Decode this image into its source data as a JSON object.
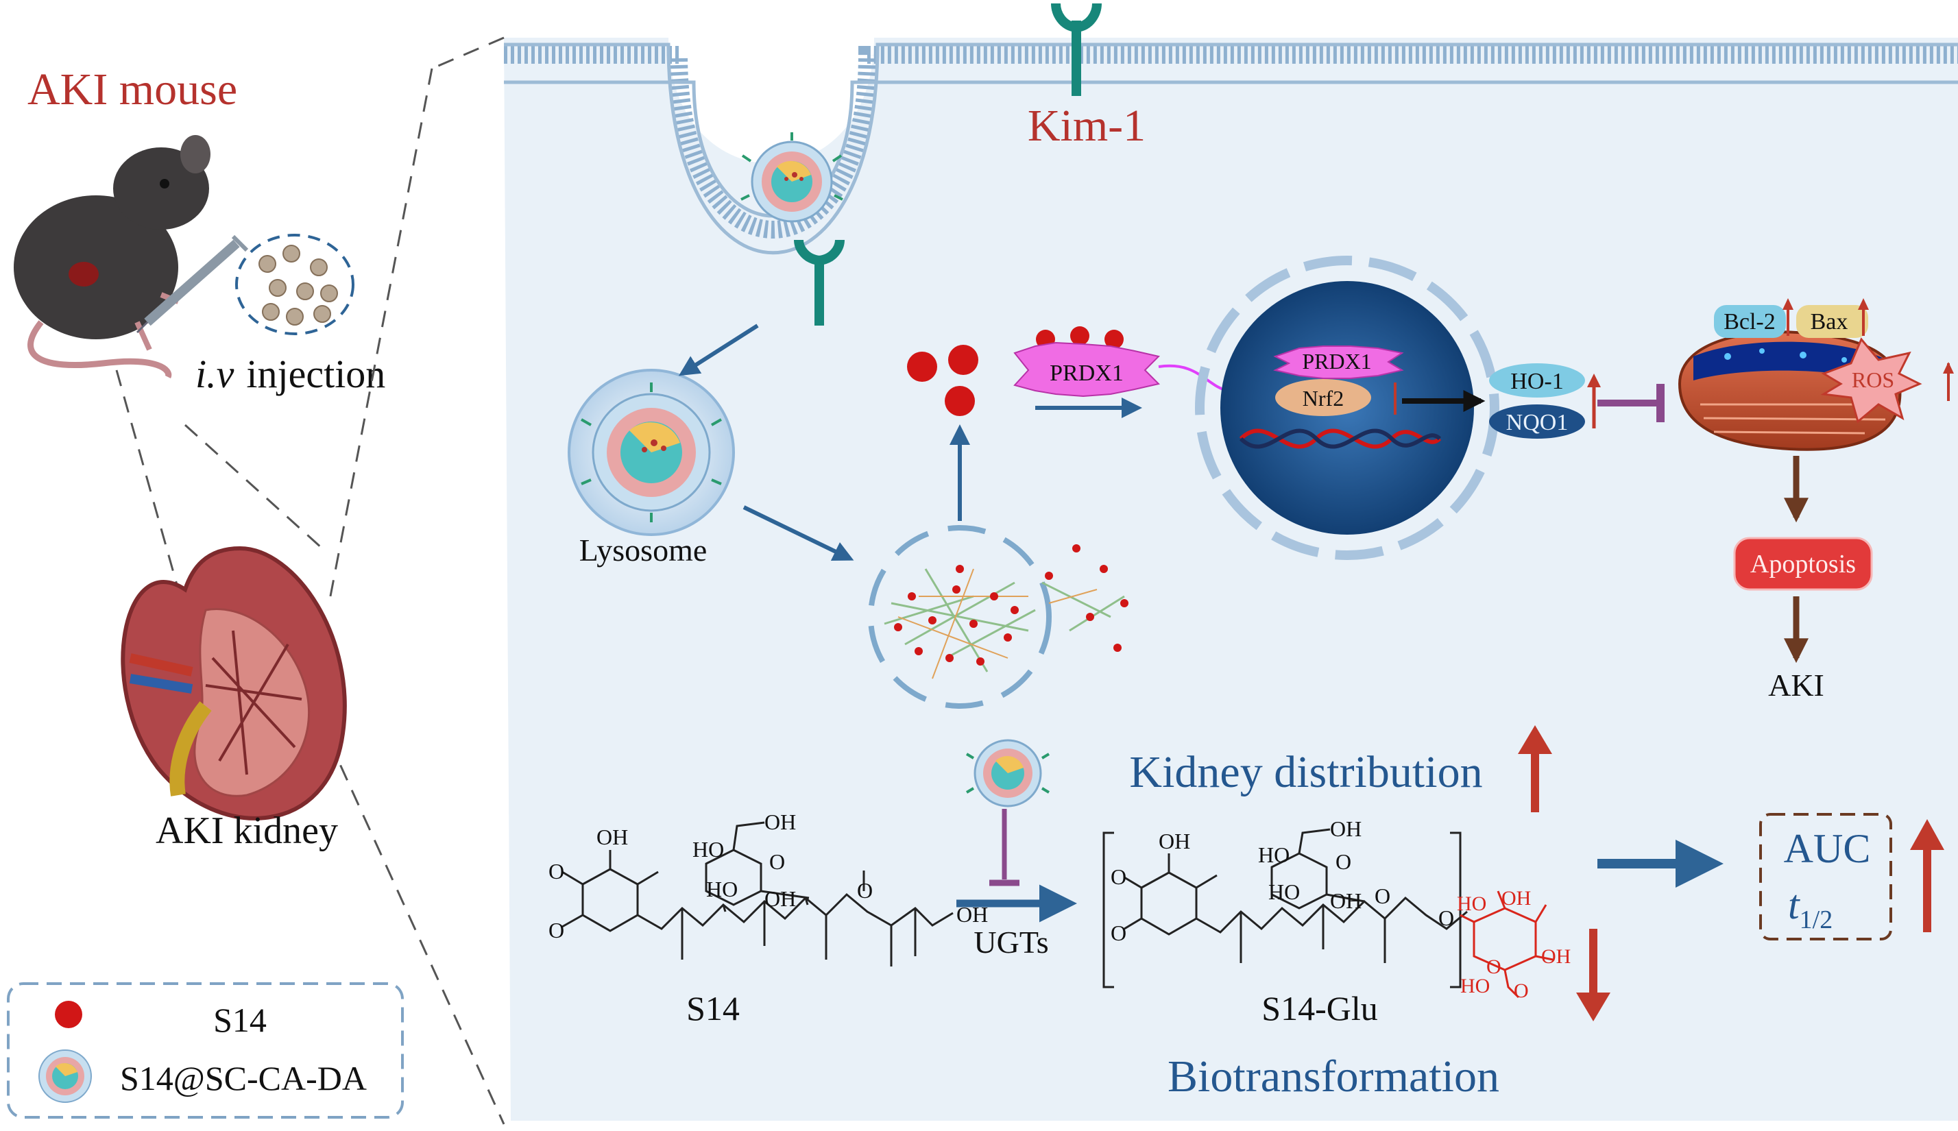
{
  "left_panel": {
    "title": "AKI mouse",
    "injection_route": "i.v",
    "injection_word": "injection",
    "kidney_label": "AKI kidney"
  },
  "legend": {
    "items": [
      {
        "label": "S14",
        "icon": "red-dot-icon"
      },
      {
        "label": "S14@SC-CA-DA",
        "icon": "nanoparticle-icon"
      }
    ]
  },
  "cell": {
    "receptor_label": "Kim-1",
    "lysosome_label": "Lysosome",
    "prdx1_label": "PRDX1",
    "nucleus": {
      "prdx1": "PRDX1",
      "nrf2": "Nrf2"
    },
    "targets": [
      "HO-1",
      "NQO1"
    ],
    "mitochondria": {
      "bcl2": "Bcl-2",
      "bax": "Bax",
      "ros": "ROS"
    },
    "apoptosis_label": "Apoptosis",
    "outcome_label": "AKI"
  },
  "pharmacokinetics": {
    "kidney_distribution": "Kidney distribution",
    "biotransformation": "Biotransformation",
    "enzyme_label": "UGTs",
    "parent_compound": "S14",
    "metabolite": "S14-Glu",
    "auc_label": "AUC",
    "half_life_symbol": "t",
    "half_life_sub": "1/2"
  },
  "chemistry": {
    "oh": "OH",
    "ho": "HO",
    "o": "O"
  },
  "colors": {
    "cell_bg": "#e9f1f8",
    "title_red": "#b5322d",
    "blue_text": "#24578f",
    "arrow_blue": "#2e6496",
    "receptor": "#17877a",
    "brown": "#6b3a22",
    "chem_red": "#d9261c"
  }
}
